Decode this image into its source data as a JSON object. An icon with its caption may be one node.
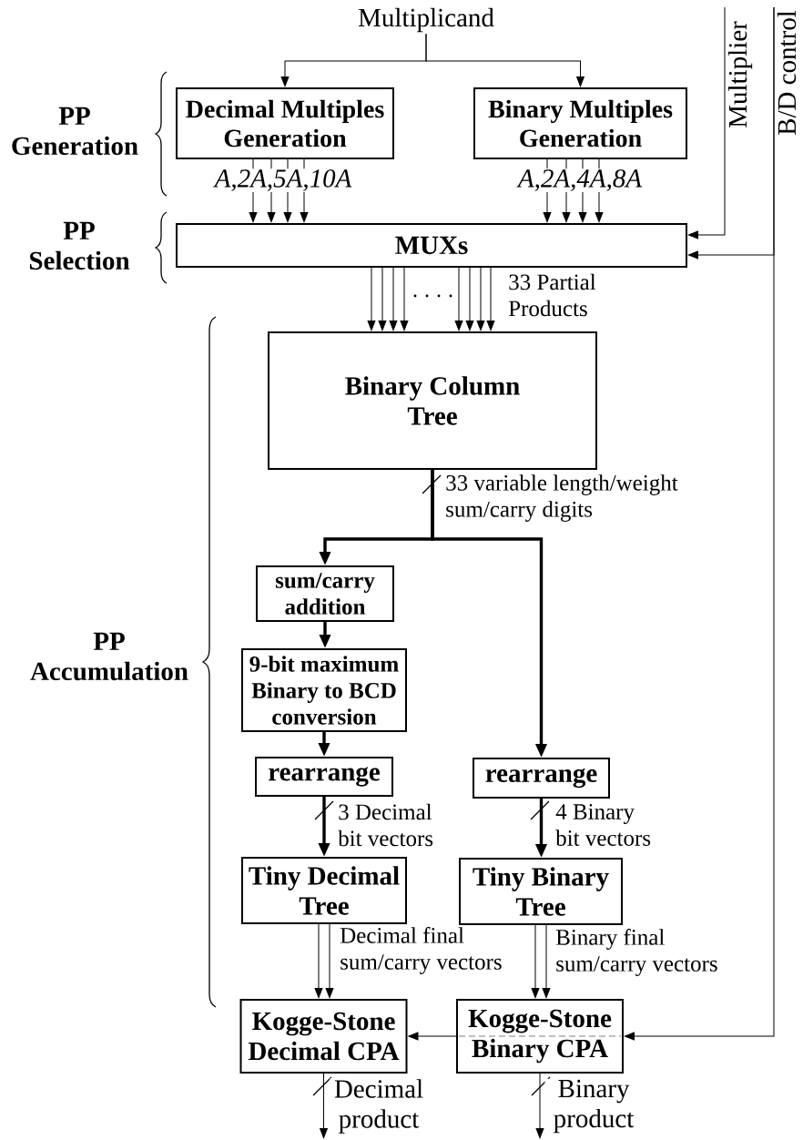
{
  "diagram": {
    "nodes": [
      {
        "text": [
          "Multiplicand"
        ]
      },
      {
        "text": [
          "Decimal Multiples Generation"
        ]
      },
      {
        "text": [
          "Binary Multiples Generation"
        ]
      },
      {
        "text": [
          "MUXs"
        ]
      },
      {
        "text": [
          "Binary Column Tree"
        ]
      },
      {
        "text": [
          "sum/carry addition"
        ]
      },
      {
        "text": [
          "9-bit maximum Binary to BCD conversion"
        ]
      },
      {
        "text": [
          "rearrange"
        ]
      },
      {
        "text": [
          "rearrange"
        ]
      },
      {
        "text": [
          "Tiny Decimal Tree"
        ]
      },
      {
        "text": [
          "Tiny Binary Tree"
        ]
      },
      {
        "text": [
          "Kogge-Stone Decimal CPA"
        ]
      },
      {
        "text": [
          "Kogge-Stone Binary CPA"
        ]
      }
    ],
    "edges": [
      {
        "from": 0,
        "to": 1,
        "arrow": "to"
      },
      {
        "from": 0,
        "to": 2,
        "arrow": "to"
      },
      {
        "from": 1,
        "to": 3,
        "arrow": "to",
        "label": "A,2A,5A,10A"
      },
      {
        "from": 1,
        "to": 3,
        "arrow": "to"
      },
      {
        "from": 1,
        "to": 3,
        "arrow": "to"
      },
      {
        "from": 1,
        "to": 3,
        "arrow": "to"
      },
      {
        "from": 2,
        "to": 3,
        "arrow": "to",
        "label": "A,2A,4A,8A"
      },
      {
        "from": 2,
        "to": 3,
        "arrow": "to"
      },
      {
        "from": 2,
        "to": 3,
        "arrow": "to"
      },
      {
        "from": 2,
        "to": 3,
        "arrow": "to"
      },
      {
        "from": null,
        "to": 3,
        "arrow": "to",
        "label": "Multiplier"
      },
      {
        "from": null,
        "to": 3,
        "arrow": "to",
        "label": "B/D control"
      },
      {
        "from": null,
        "to": 12,
        "arrow": "to"
      },
      {
        "from": 3,
        "to": 4,
        "arrow": "to"
      },
      {
        "from": 3,
        "to": 4,
        "arrow": "to"
      },
      {
        "from": 3,
        "to": 4,
        "arrow": "to"
      },
      {
        "from": 3,
        "to": 4,
        "arrow": "to"
      },
      {
        "from": 3,
        "to": 4,
        "arrow": "to"
      },
      {
        "from": 3,
        "to": 4,
        "arrow": "to"
      },
      {
        "from": 3,
        "to": 4,
        "arrow": "to"
      },
      {
        "from": 3,
        "to": 4,
        "arrow": "to",
        "label": "33 Partial Products"
      },
      {
        "from": 4,
        "to": 5,
        "arrow": "to",
        "style": "thick",
        "label": "33 variable length/weight sum/carry digits"
      },
      {
        "from": 4,
        "to": 8,
        "arrow": "to",
        "style": "thick"
      },
      {
        "from": 5,
        "to": 6,
        "arrow": "to",
        "style": "thick"
      },
      {
        "from": 6,
        "to": 7,
        "arrow": "to",
        "style": "thick"
      },
      {
        "from": 7,
        "to": 9,
        "arrow": "to",
        "style": "thick",
        "label": "3 Decimal bit vectors"
      },
      {
        "from": 8,
        "to": 10,
        "arrow": "to",
        "style": "thick",
        "label": "4 Binary bit vectors"
      },
      {
        "from": 9,
        "to": 11,
        "arrow": "to"
      },
      {
        "from": 9,
        "to": 11,
        "arrow": "to",
        "label": "Decimal final sum/carry vectors"
      },
      {
        "from": 10,
        "to": 12,
        "arrow": "to"
      },
      {
        "from": 10,
        "to": 12,
        "arrow": "to",
        "label": "Binary final sum/carry vectors"
      },
      {
        "from": 12,
        "to": 11,
        "arrow": "to"
      },
      {
        "from": 11,
        "to": null,
        "arrow": "to",
        "label": "Decimal product"
      },
      {
        "from": 12,
        "to": null,
        "arrow": "to",
        "label": "Binary product"
      }
    ],
    "labels": [
      "PP Generation",
      "PP Selection",
      "PP Accumulation"
    ]
  }
}
